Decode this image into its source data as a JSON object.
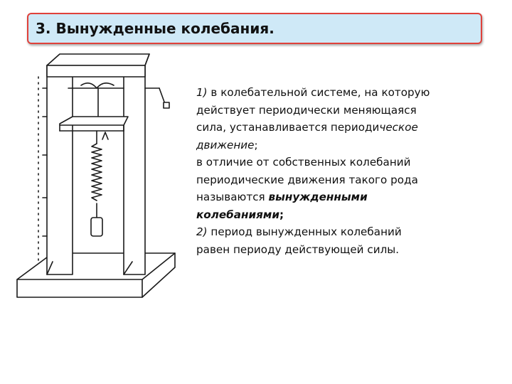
{
  "slide": {
    "title": "3. Вынужденные колебания.",
    "accent_border_color": "#e0413a",
    "title_background_color": "#cfe9f7"
  },
  "figure": {
    "icon": "forced-oscillation-apparatus"
  },
  "text": {
    "p1_number": "1)",
    "p1_line1_rest": " в колебательной системе, на которую",
    "p1_line2": "действует периодически меняющаяся",
    "p1_line3_a": "сила, устанавливается периоди",
    "p1_line3_b": "ческое",
    "p1_line4": "движение",
    "p1_line4_end": ";",
    "p2_line1": "в отличие от собственных колебаний",
    "p2_line2": "периодические движения такого рода",
    "p2_line3_a": "называются ",
    "p2_line3_b": "вынужденными",
    "p2_line4": "колебаниями",
    "p2_line4_end": ";",
    "p3_number": "2)",
    "p3_line1_rest": " период вынужденных колебаний",
    "p3_line2": "равен периоду действующей силы."
  }
}
